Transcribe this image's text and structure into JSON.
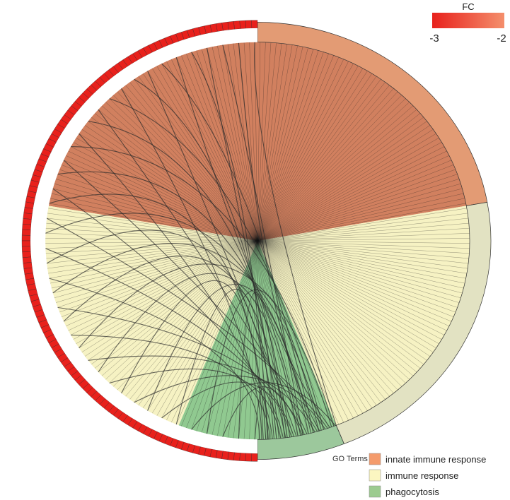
{
  "chart_data": {
    "type": "chord",
    "gene_count": 124,
    "terms": [
      {
        "name": "innate immune response",
        "color": "#E39B74",
        "fill": "#C96A43",
        "genes": 55
      },
      {
        "name": "immune response",
        "color": "#E2E2C2",
        "fill": "#F5F0B8",
        "genes": 54
      },
      {
        "name": "phagocytosis",
        "color": "#9CC89C",
        "fill": "#7CBF7C",
        "genes": 15
      }
    ],
    "fc_scale": {
      "title": "FC",
      "min_label": "-3",
      "max_label": "-2",
      "min_color": "#E8211C",
      "max_color": "#F48F6C"
    },
    "gene_color": "#E8211C",
    "legend": {
      "title": "GO Terms",
      "placement": "bottom-right",
      "items": [
        {
          "label": "innate immune response",
          "color": "#F49B6C"
        },
        {
          "label": "immune response",
          "color": "#FBF6C1"
        },
        {
          "label": "phagocytosis",
          "color": "#9CCB90"
        }
      ]
    }
  }
}
